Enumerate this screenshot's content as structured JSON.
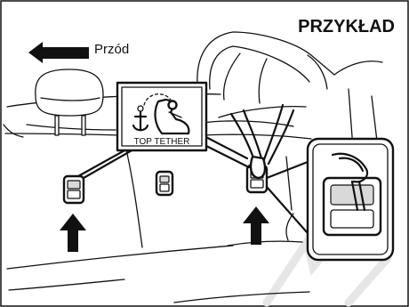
{
  "title": "PRZYKŁAD",
  "direction": {
    "label": "Przód",
    "arrow_icon": "left-arrow-icon"
  },
  "callout": {
    "label": "TOP TETHER",
    "icon": "child-seat-anchor-icon"
  },
  "colors": {
    "line": "#111111",
    "background": "#ffffff",
    "watermark": "#e6e6e6"
  }
}
